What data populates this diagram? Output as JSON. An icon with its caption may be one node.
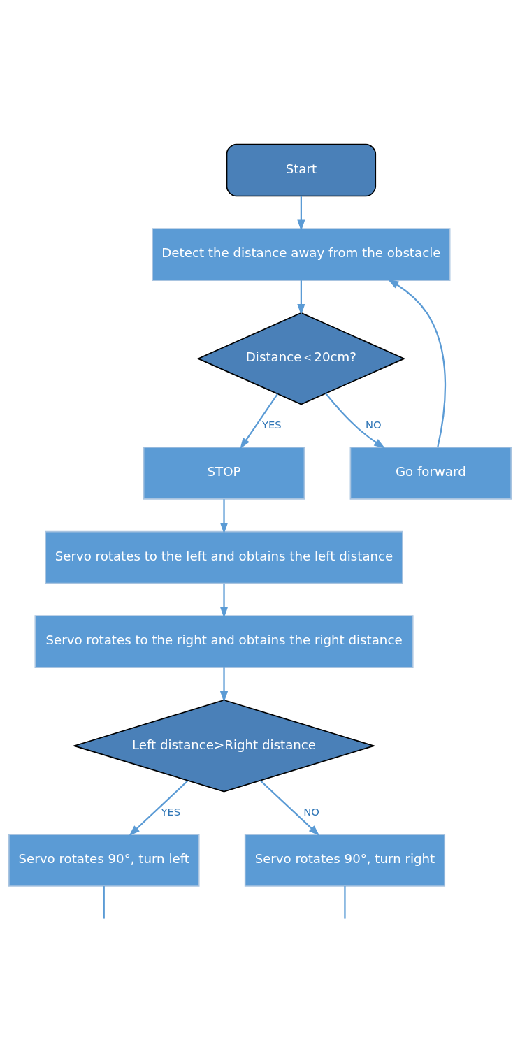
{
  "diagram": {
    "nodes": [
      {
        "text": [
          "Start"
        ]
      },
      {
        "text": [
          "Detect the distance away from the obstacle"
        ]
      },
      {
        "text": [
          "Distance＜20cm?"
        ]
      },
      {
        "text": [
          "STOP"
        ]
      },
      {
        "text": [
          "Go forward"
        ]
      },
      {
        "text": [
          "Servo rotates to the left and obtains the left distance"
        ]
      },
      {
        "text": [
          "Servo rotates to the right and obtains the right distance"
        ]
      },
      {
        "text": [
          "Left distance>Right distance"
        ]
      },
      {
        "text": [
          "Servo rotates 90°, turn left"
        ]
      },
      {
        "text": [
          "Servo rotates 90°, turn right"
        ]
      }
    ],
    "edges": [
      {
        "from": 0,
        "to": 1,
        "arrow": "to"
      },
      {
        "from": 1,
        "to": 2,
        "arrow": "to"
      },
      {
        "from": 2,
        "to": 3,
        "arrow": "to",
        "label": "YES"
      },
      {
        "from": 2,
        "to": 4,
        "arrow": "to",
        "label": "NO"
      },
      {
        "from": 4,
        "to": 1,
        "arrow": "to"
      },
      {
        "from": 3,
        "to": 5,
        "arrow": "to"
      },
      {
        "from": 5,
        "to": 6,
        "arrow": "to"
      },
      {
        "from": 6,
        "to": 7,
        "arrow": "to"
      },
      {
        "from": 7,
        "to": 8,
        "arrow": "to",
        "label": "YES"
      },
      {
        "from": 7,
        "to": 9,
        "arrow": "to",
        "label": "NO"
      },
      {
        "from": 8,
        "to": null,
        "arrow": "none"
      },
      {
        "from": 9,
        "to": null,
        "arrow": "none"
      }
    ]
  }
}
